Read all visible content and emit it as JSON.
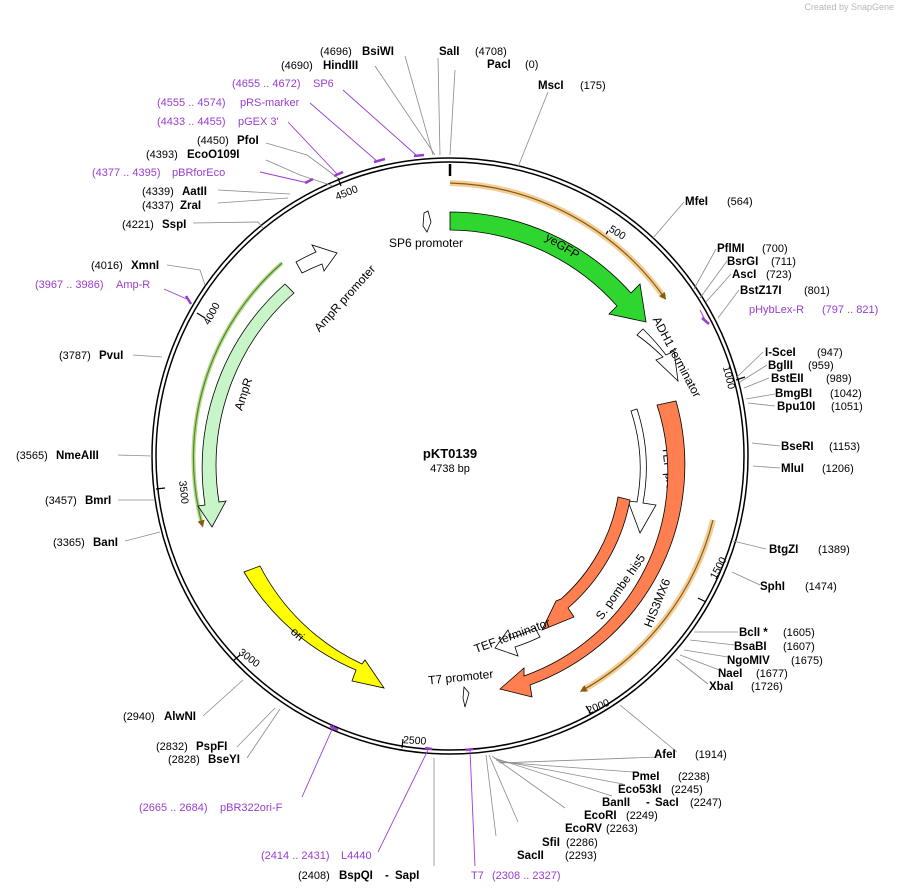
{
  "watermark": "Created by SnapGene",
  "plasmid": {
    "name": "pKT0139",
    "length_label": "4738 bp",
    "length": 4738
  },
  "colors": {
    "primer": "#9a3dcf",
    "yeGFP": "#2fd62f",
    "orange": "#ff7f50",
    "yellow": "#ffff00",
    "light_green": "#c8f5c8",
    "tag": "#e8b870",
    "green_line": "#4f8a2a"
  },
  "features": [
    {
      "label": "yeGFP",
      "start": 0,
      "end": 720,
      "color": "#2fd62f"
    },
    {
      "label": "ADH1 terminator",
      "start": 730,
      "end": 1010,
      "color": "#ffffff"
    },
    {
      "label": "TEF promoter",
      "start": 1125,
      "end": 1440,
      "color": "#ffffff"
    },
    {
      "label": "HIS3MX6",
      "start": 1095,
      "end": 2360,
      "color": "#ff7f50"
    },
    {
      "label": "S. pombe his5",
      "start": 1475,
      "end": 2095,
      "color": "#ff7f50"
    },
    {
      "label": "TEF terminator",
      "start": 2010,
      "end": 2260,
      "color": "#ffffff"
    },
    {
      "label": "T7 promoter",
      "start": 2360,
      "end": 2380,
      "color": "#ffffff"
    },
    {
      "label": "ori",
      "start": 3165,
      "end": 2585,
      "color": "#ffff00"
    },
    {
      "label": "AmpR",
      "start": 3300,
      "end": 4160,
      "color": "#c8f5c8"
    },
    {
      "label": "AmpR promoter",
      "start": 4165,
      "end": 4270,
      "color": "#ffffff"
    },
    {
      "label": "SP6 promoter",
      "start": 4690,
      "end": 4712,
      "color": "#ffffff"
    }
  ],
  "sites": [
    {
      "name": "BsiWI",
      "pos": "(4696)"
    },
    {
      "name": "HindIII",
      "pos": "(4690)"
    },
    {
      "name": "SalI",
      "pos": "(4708)"
    },
    {
      "name": "PacI",
      "pos": "(0)"
    },
    {
      "name": "MscI",
      "pos": "(175)"
    },
    {
      "name": "PfoI",
      "pos": "(4450)"
    },
    {
      "name": "EcoO109I",
      "pos": "(4393)"
    },
    {
      "name": "AatII",
      "pos": "(4339)"
    },
    {
      "name": "ZraI",
      "pos": "(4337)"
    },
    {
      "name": "SspI",
      "pos": "(4221)"
    },
    {
      "name": "XmnI",
      "pos": "(4016)"
    },
    {
      "name": "PvuI",
      "pos": "(3787)"
    },
    {
      "name": "NmeAIII",
      "pos": "(3565)"
    },
    {
      "name": "BmrI",
      "pos": "(3457)"
    },
    {
      "name": "BanI",
      "pos": "(3365)"
    },
    {
      "name": "AlwNI",
      "pos": "(2940)"
    },
    {
      "name": "PspFI",
      "pos": "(2832)"
    },
    {
      "name": "BseYI",
      "pos": "(2828)"
    },
    {
      "name": "BspQI",
      "pos": "(2408)"
    },
    {
      "name": "SapI",
      "pos": ""
    },
    {
      "name": "SacII",
      "pos": "(2293)"
    },
    {
      "name": "SfiI",
      "pos": "(2286)"
    },
    {
      "name": "EcoRV",
      "pos": "(2263)"
    },
    {
      "name": "EcoRI",
      "pos": "(2249)"
    },
    {
      "name": "BanII",
      "pos": ""
    },
    {
      "name": "SacI",
      "pos": "(2247)"
    },
    {
      "name": "Eco53kI",
      "pos": "(2245)"
    },
    {
      "name": "PmeI",
      "pos": "(2238)"
    },
    {
      "name": "AfeI",
      "pos": "(1914)"
    },
    {
      "name": "XbaI",
      "pos": "(1726)"
    },
    {
      "name": "NaeI",
      "pos": "(1677)"
    },
    {
      "name": "NgoMIV",
      "pos": "(1675)"
    },
    {
      "name": "BsaBI",
      "pos": "(1607)"
    },
    {
      "name": "BclI *",
      "pos": "(1605)"
    },
    {
      "name": "SphI",
      "pos": "(1474)"
    },
    {
      "name": "BtgZI",
      "pos": "(1389)"
    },
    {
      "name": "MluI",
      "pos": "(1206)"
    },
    {
      "name": "BseRI",
      "pos": "(1153)"
    },
    {
      "name": "Bpu10I",
      "pos": "(1051)"
    },
    {
      "name": "BmgBI",
      "pos": "(1042)"
    },
    {
      "name": "BstEII",
      "pos": "(989)"
    },
    {
      "name": "BglII",
      "pos": "(959)"
    },
    {
      "name": "I-SceI",
      "pos": "(947)"
    },
    {
      "name": "BstZ17I",
      "pos": "(801)"
    },
    {
      "name": "AscI",
      "pos": "(723)"
    },
    {
      "name": "BsrGI",
      "pos": "(711)"
    },
    {
      "name": "PflMI",
      "pos": "(700)"
    },
    {
      "name": "MfeI",
      "pos": "(564)"
    }
  ],
  "primers": [
    {
      "name": "SP6",
      "range": "(4655 .. 4672)"
    },
    {
      "name": "pRS-marker",
      "range": "(4555 .. 4574)"
    },
    {
      "name": "pGEX 3'",
      "range": "(4433 .. 4455)"
    },
    {
      "name": "pBRforEco",
      "range": "(4377 .. 4395)"
    },
    {
      "name": "Amp-R",
      "range": "(3967 .. 3986)"
    },
    {
      "name": "pHybLex-R",
      "range": "(797 .. 821)"
    },
    {
      "name": "pBR322ori-F",
      "range": "(2665 .. 2684)"
    },
    {
      "name": "L4440",
      "range": "(2414 .. 2431)"
    },
    {
      "name": "T7",
      "range": "(2308 .. 2327)"
    }
  ],
  "ticks": [
    "500",
    "1000",
    "1500",
    "2000",
    "2500",
    "3000",
    "3500",
    "4000",
    "4500"
  ]
}
